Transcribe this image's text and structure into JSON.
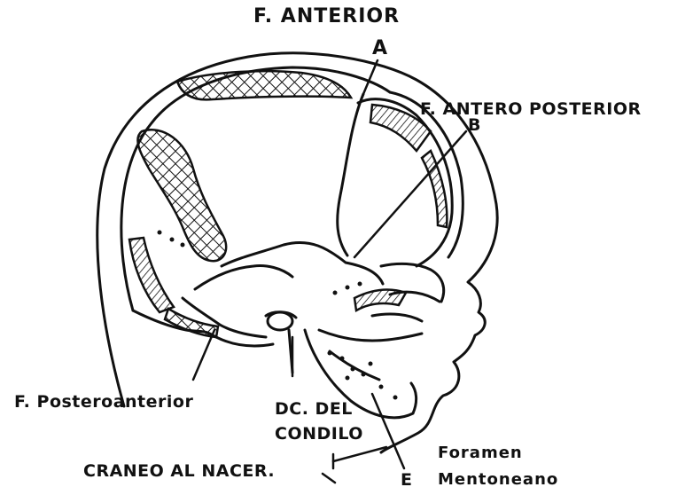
{
  "diagram": {
    "labels": {
      "f_anterior": "F. ANTERIOR",
      "a": "A",
      "f_antero_posterior": "F. ANTERO POSTERIOR",
      "b": "B",
      "f_posteroanterior": "F. Posteroanterior",
      "dc_del": "DC. DEL",
      "condilo": "CONDILO",
      "foramen": "Foramen",
      "mentoneano": "Mentoneano",
      "e": "E",
      "caption": "CRANEO AL NACER."
    },
    "colors": {
      "ink": "#111111",
      "paper": "#ffffff"
    },
    "icons": {
      "skull_drawing": "newborn-skull-lateral-view"
    }
  }
}
